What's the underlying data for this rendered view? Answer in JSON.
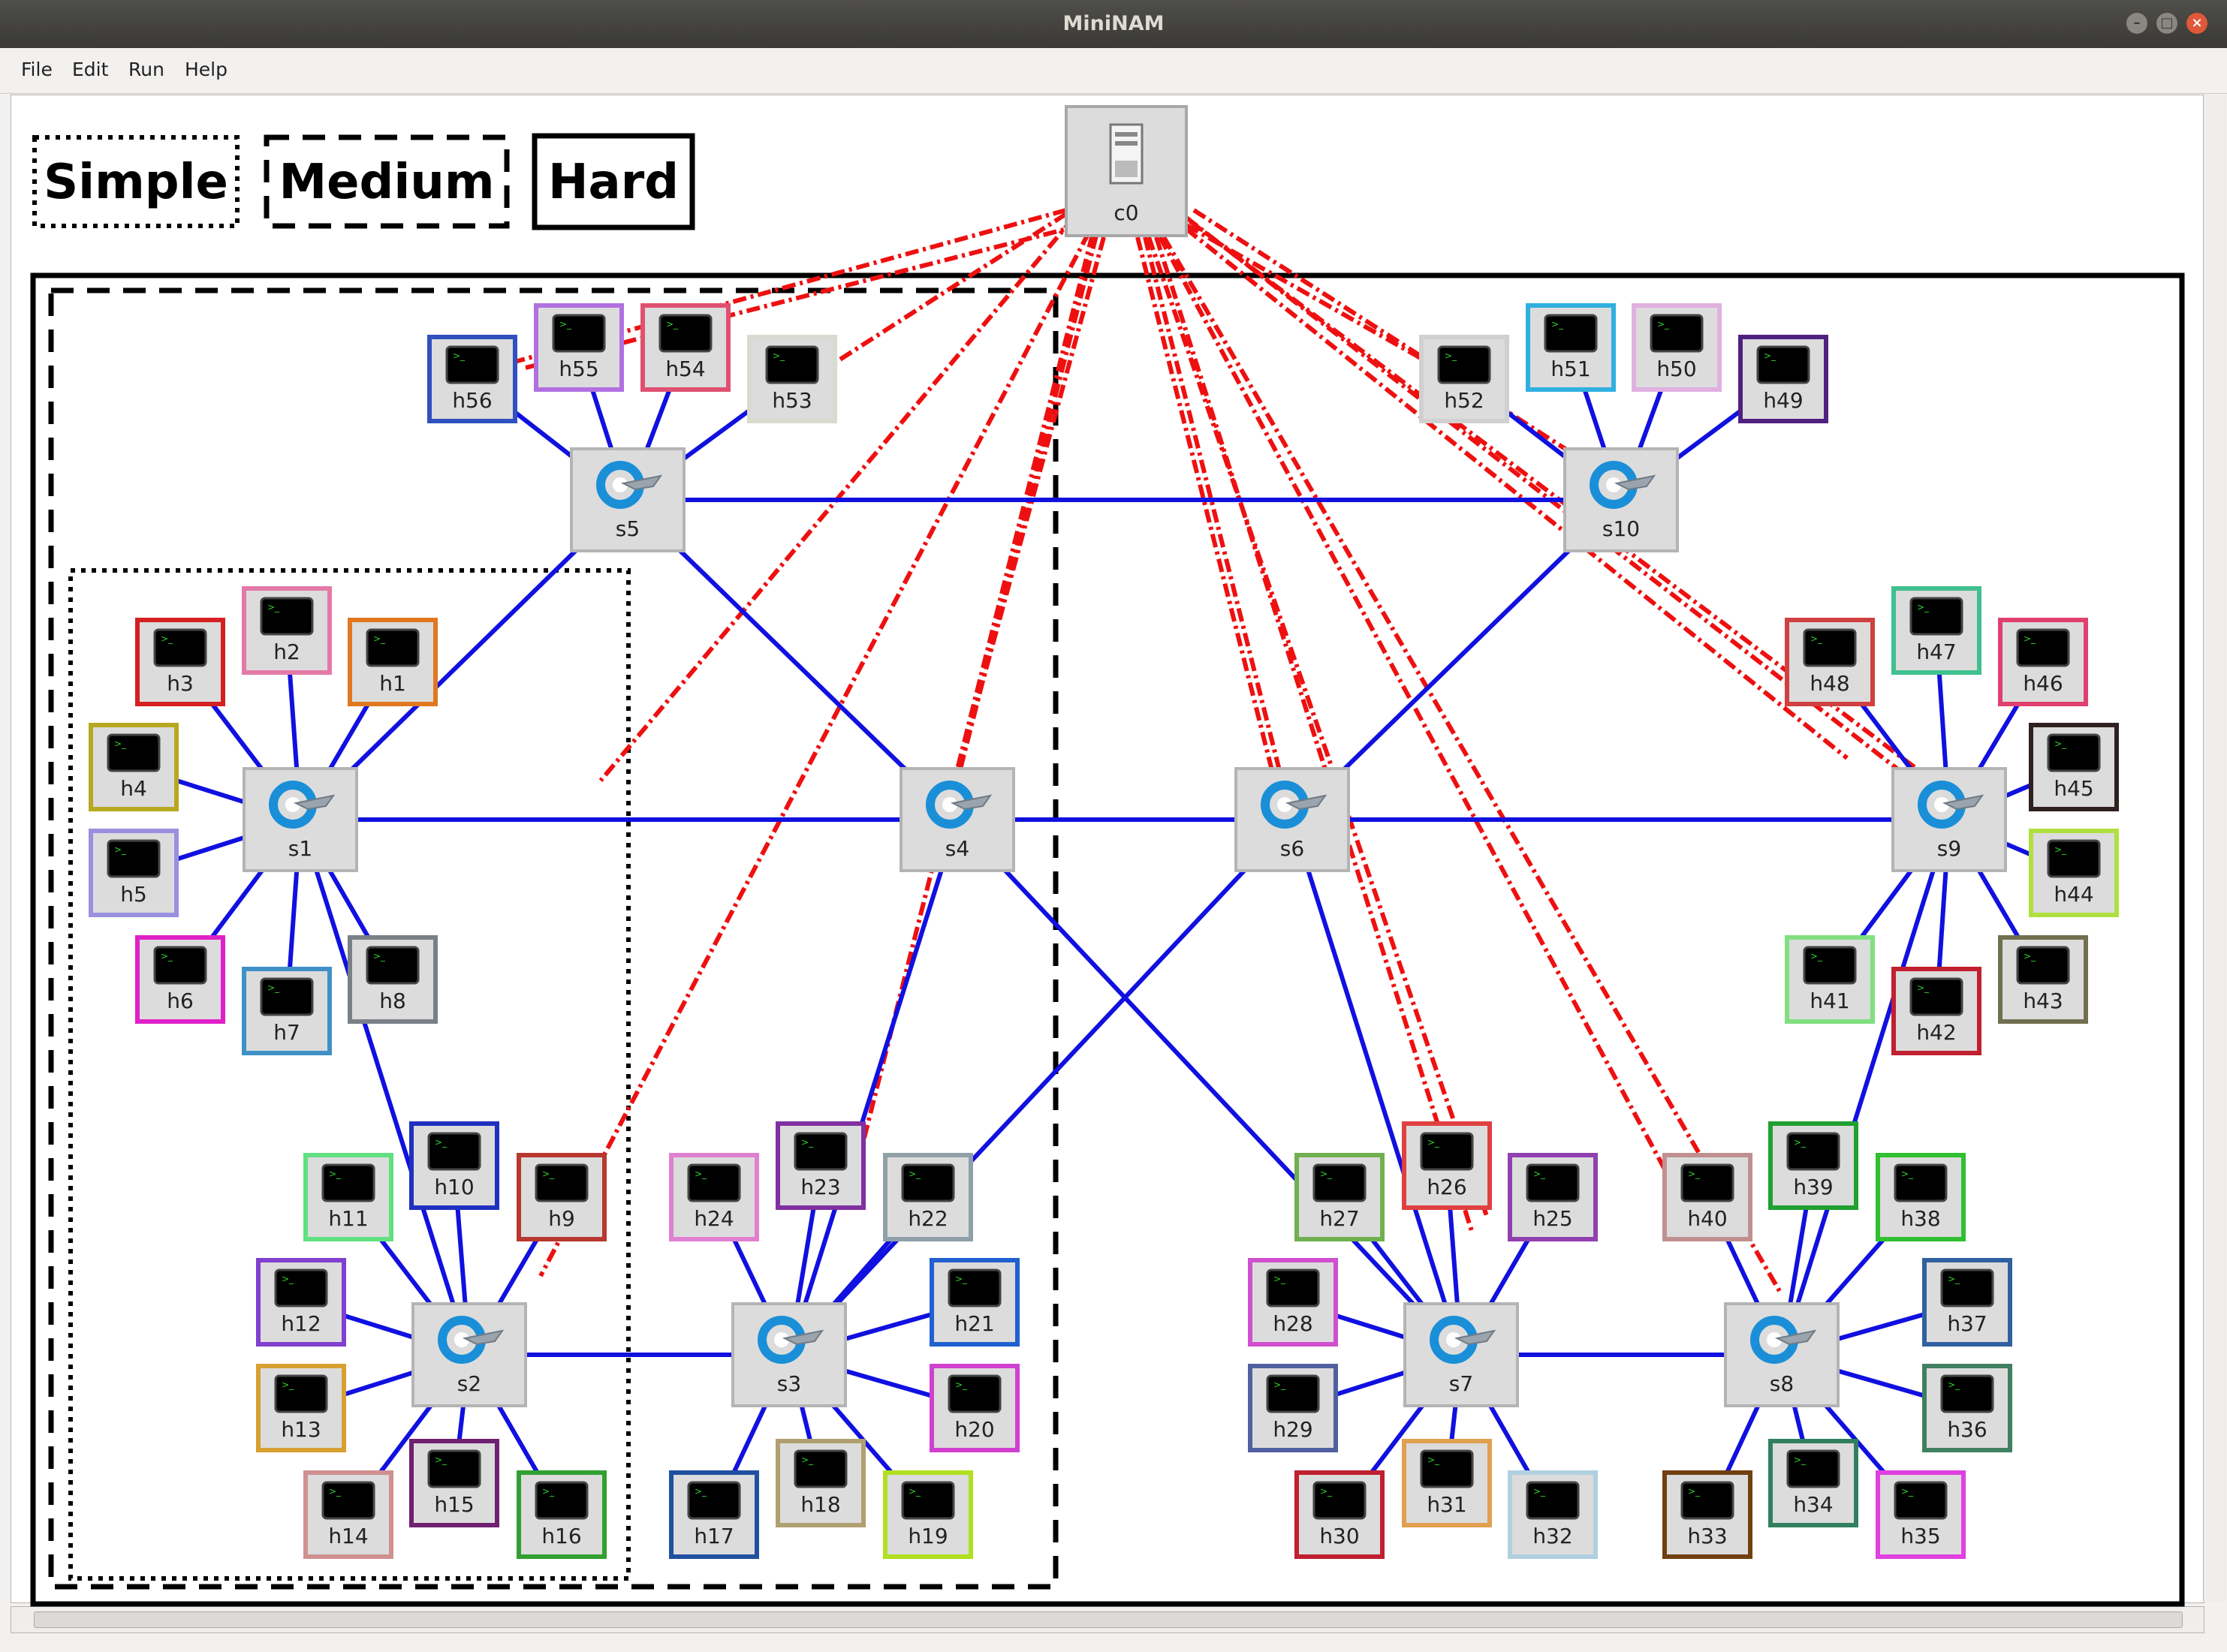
{
  "window": {
    "title": "MiniNAM"
  },
  "menu": [
    {
      "label": "File"
    },
    {
      "label": "Edit"
    },
    {
      "label": "Run"
    },
    {
      "label": "Help"
    }
  ],
  "legend": {
    "simple": "Simple",
    "medium": "Medium",
    "hard": "Hard"
  },
  "controller": {
    "label": "c0"
  },
  "switches": [
    {
      "id": "s1",
      "label": "s1"
    },
    {
      "id": "s2",
      "label": "s2"
    },
    {
      "id": "s3",
      "label": "s3"
    },
    {
      "id": "s4",
      "label": "s4"
    },
    {
      "id": "s5",
      "label": "s5"
    },
    {
      "id": "s6",
      "label": "s6"
    },
    {
      "id": "s7",
      "label": "s7"
    },
    {
      "id": "s8",
      "label": "s8"
    },
    {
      "id": "s9",
      "label": "s9"
    },
    {
      "id": "s10",
      "label": "s10"
    }
  ],
  "hosts": [
    {
      "label": "h1",
      "color": "#e07820"
    },
    {
      "label": "h2",
      "color": "#e37aa8"
    },
    {
      "label": "h3",
      "color": "#d42020"
    },
    {
      "label": "h4",
      "color": "#b8a820"
    },
    {
      "label": "h5",
      "color": "#9a90e0"
    },
    {
      "label": "h6",
      "color": "#e020c8"
    },
    {
      "label": "h7",
      "color": "#4090c8"
    },
    {
      "label": "h8",
      "color": "#7a8088"
    },
    {
      "label": "h9",
      "color": "#b83830"
    },
    {
      "label": "h10",
      "color": "#2030c0"
    },
    {
      "label": "h11",
      "color": "#60e080"
    },
    {
      "label": "h12",
      "color": "#8040d0"
    },
    {
      "label": "h13",
      "color": "#d8a030"
    },
    {
      "label": "h14",
      "color": "#d09090"
    },
    {
      "label": "h15",
      "color": "#702070"
    },
    {
      "label": "h16",
      "color": "#30a030"
    },
    {
      "label": "h17",
      "color": "#2050a0"
    },
    {
      "label": "h18",
      "color": "#b0a070"
    },
    {
      "label": "h19",
      "color": "#b0e020"
    },
    {
      "label": "h20",
      "color": "#d040d0"
    },
    {
      "label": "h21",
      "color": "#2060d0"
    },
    {
      "label": "h22",
      "color": "#90a0a8"
    },
    {
      "label": "h23",
      "color": "#8030a0"
    },
    {
      "label": "h24",
      "color": "#e080d0"
    },
    {
      "label": "h25",
      "color": "#9040b0"
    },
    {
      "label": "h26",
      "color": "#e04040"
    },
    {
      "label": "h27",
      "color": "#70b050"
    },
    {
      "label": "h28",
      "color": "#d050d0"
    },
    {
      "label": "h29",
      "color": "#5060a0"
    },
    {
      "label": "h30",
      "color": "#c02030"
    },
    {
      "label": "h31",
      "color": "#e0a050"
    },
    {
      "label": "h32",
      "color": "#b0d0e0"
    },
    {
      "label": "h33",
      "color": "#704010"
    },
    {
      "label": "h34",
      "color": "#308060"
    },
    {
      "label": "h35",
      "color": "#e040e0"
    },
    {
      "label": "h36",
      "color": "#408060"
    },
    {
      "label": "h37",
      "color": "#3060a0"
    },
    {
      "label": "h38",
      "color": "#30c030"
    },
    {
      "label": "h39",
      "color": "#20a030"
    },
    {
      "label": "h40",
      "color": "#c09090"
    },
    {
      "label": "h41",
      "color": "#80e080"
    },
    {
      "label": "h42",
      "color": "#c02030"
    },
    {
      "label": "h43",
      "color": "#707050"
    },
    {
      "label": "h44",
      "color": "#b0e040"
    },
    {
      "label": "h45",
      "color": "#302020"
    },
    {
      "label": "h46",
      "color": "#e04070"
    },
    {
      "label": "h47",
      "color": "#40c090"
    },
    {
      "label": "h48",
      "color": "#d04040"
    },
    {
      "label": "h49",
      "color": "#502080"
    },
    {
      "label": "h50",
      "color": "#e0b0e0"
    },
    {
      "label": "h51",
      "color": "#30b0e0"
    },
    {
      "label": "h52",
      "color": "#d0d0d0"
    },
    {
      "label": "h53",
      "color": "#d8dcd0"
    },
    {
      "label": "h54",
      "color": "#e05070"
    },
    {
      "label": "h55",
      "color": "#b070e0"
    },
    {
      "label": "h56",
      "color": "#3050c0"
    }
  ],
  "colors": {
    "data_link": "#1010e0",
    "control_link": "#ee1010",
    "frame": "#000000"
  }
}
